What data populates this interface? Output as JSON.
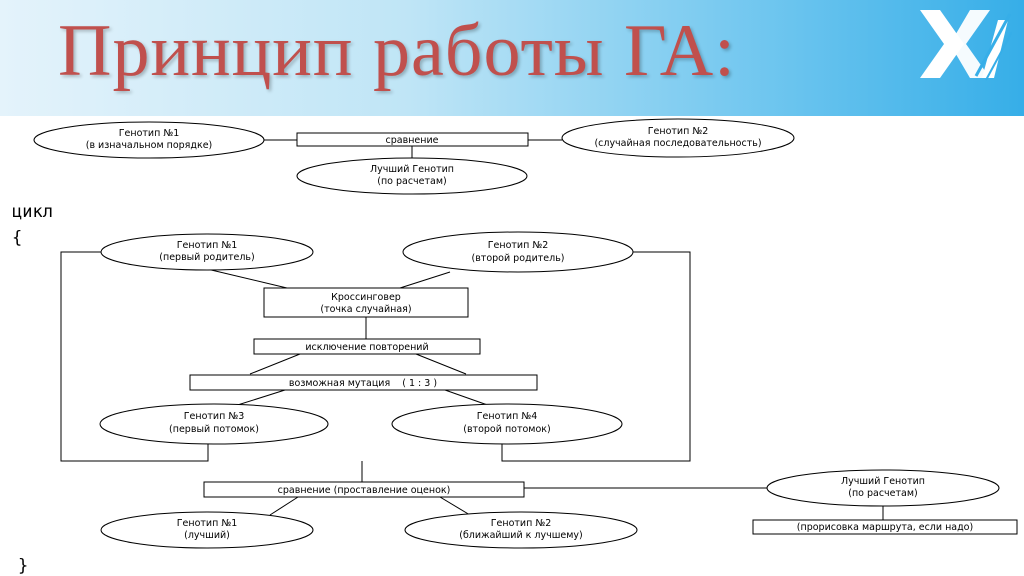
{
  "title": "Принцип работы ГА:",
  "logo": {
    "icon": "xai-logo-icon"
  },
  "loop": {
    "keyword": "цикл",
    "open_brace": "{",
    "close_brace": "}"
  },
  "top": {
    "genotype1": {
      "line1": "Генотип №1",
      "line2": "(в изначальном порядке)"
    },
    "compare": "сравнение",
    "genotype2": {
      "line1": "Генотип №2",
      "line2": "(случайная последовательность)"
    },
    "best": {
      "line1": "Лучший Генотип",
      "line2": "(по расчетам)"
    }
  },
  "cycle": {
    "parent1": {
      "line1": "Генотип №1",
      "line2": "(первый родитель)"
    },
    "parent2": {
      "line1": "Генотип №2",
      "line2": "(второй родитель)"
    },
    "crossover": {
      "line1": "Кроссинговер",
      "line2": "(точка случайная)"
    },
    "dedup": "исключение повторений",
    "mutation": "возможная мутация    ( 1 : 3 )",
    "child1": {
      "line1": "Генотип №3",
      "line2": "(первый потомок)"
    },
    "child2": {
      "line1": "Генотип №4",
      "line2": "(второй потомок)"
    },
    "evaluate": "сравнение (проставление оценок)",
    "best1": {
      "line1": "Генотип №1",
      "line2": "(лучший)"
    },
    "best2": {
      "line1": "Генотип №2",
      "line2": "(ближайший к лучшему)"
    },
    "bestcalc": {
      "line1": "Лучший Генотип",
      "line2": "(по расчетам)"
    },
    "route": "(прорисовка маршрута, если надо)"
  }
}
